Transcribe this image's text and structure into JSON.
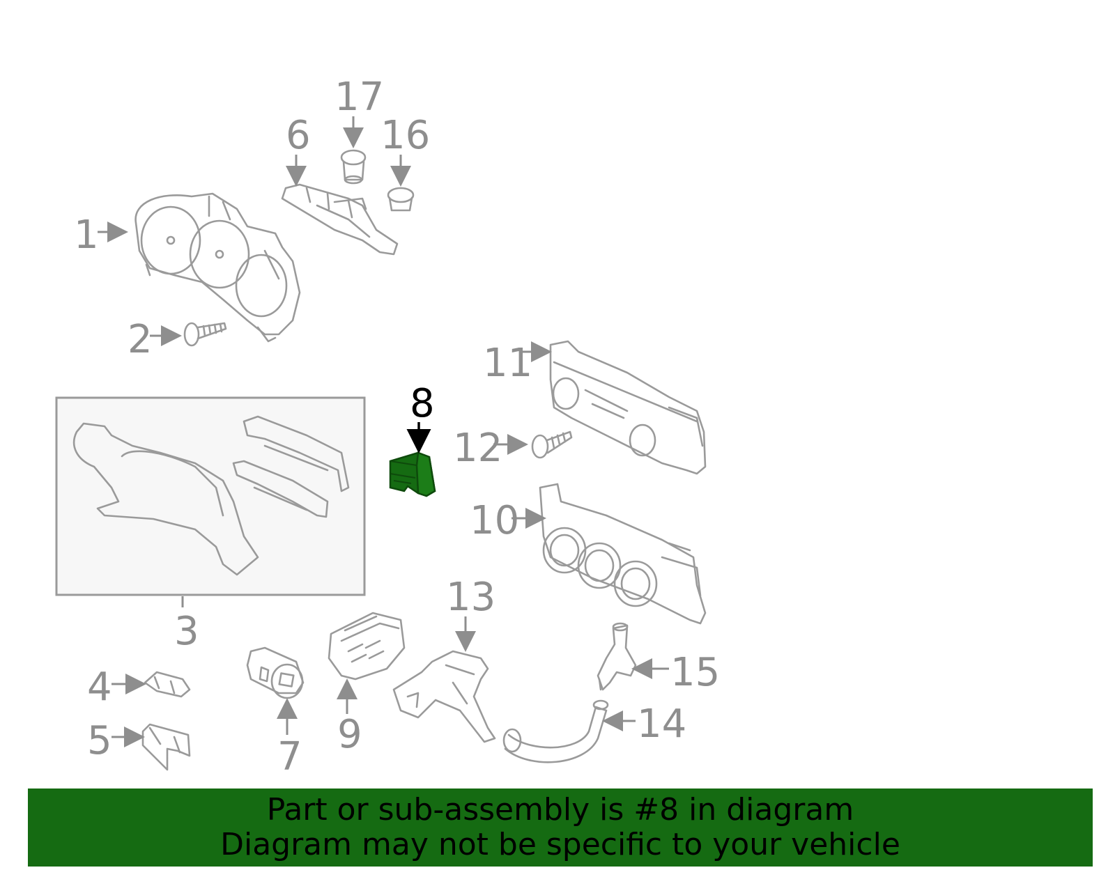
{
  "diagram": {
    "highlight_color": "#156b12",
    "highlighted_part": "8",
    "callouts": {
      "p1": "1",
      "p2": "2",
      "p3": "3",
      "p4": "4",
      "p5": "5",
      "p6": "6",
      "p7": "7",
      "p8": "8",
      "p9": "9",
      "p10": "10",
      "p11": "11",
      "p12": "12",
      "p13": "13",
      "p14": "14",
      "p15": "15",
      "p16": "16",
      "p17": "17"
    }
  },
  "banner": {
    "line1": "Part or sub-assembly is #8 in diagram",
    "line2": "Diagram may not be specific to your vehicle",
    "background": "#156b12"
  }
}
